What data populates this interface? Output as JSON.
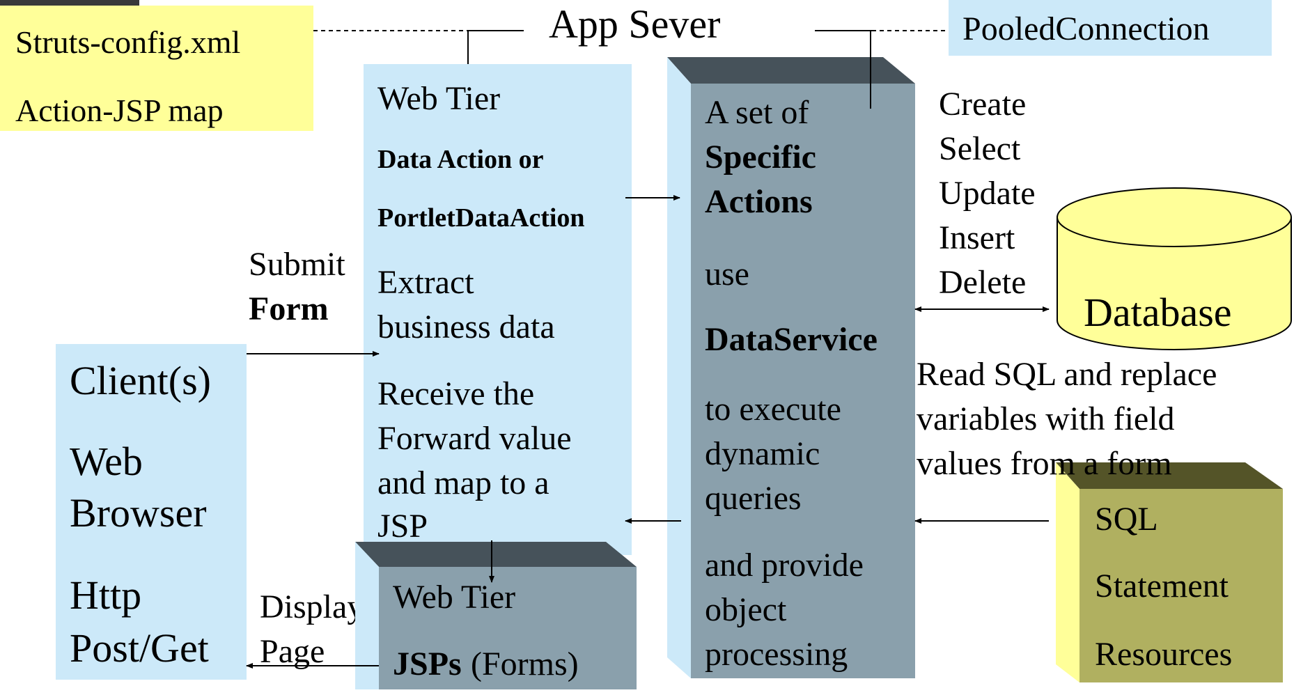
{
  "colors": {
    "yellow_note": "#ffff99",
    "light_blue": "#cce9f9",
    "steel_front": "#8aa0ac",
    "steel_top": "#46525a",
    "olive_front": "#b0b060",
    "olive_top": "#545428",
    "cylinder": "#ffff99"
  },
  "config_note": {
    "line1": "Struts-config.xml",
    "line2": "Action-JSP map"
  },
  "app_server_label": "App Sever",
  "pooled_connection_label": "PooledConnection",
  "web_tier": {
    "title": "Web Tier",
    "action_line1": "Data Action or",
    "action_line2": "PortletDataAction",
    "extract_line1": "Extract",
    "extract_line2": "business data",
    "receive_line1": "Receive the",
    "receive_line2": "Forward value",
    "receive_line3": "and map to a",
    "receive_line4": "JSP"
  },
  "actions_box": {
    "line1": "A set of",
    "line2": "Specific",
    "line3": "Actions",
    "line4": "use",
    "line5": "DataService",
    "line6": "to execute",
    "line7": "dynamic",
    "line8": "queries",
    "line9": "and provide",
    "line10": "object",
    "line11": "processing"
  },
  "operations": [
    "Create",
    "Select",
    "Update",
    "Insert",
    "Delete"
  ],
  "database_label": "Database",
  "read_sql_note": {
    "line1": "Read SQL and replace",
    "line2": "variables with field",
    "line3": "values from a form"
  },
  "sql_box": {
    "line1": "SQL",
    "line2": "Statement",
    "line3": "Resources"
  },
  "submit_form": {
    "line1": "Submit",
    "line2": "Form"
  },
  "client": {
    "line1": "Client(s)",
    "line2": "Web",
    "line3": "Browser",
    "line4": "Http",
    "line5": "Post/Get"
  },
  "display_page": {
    "line1": "Display",
    "line2": "Page"
  },
  "jsp_box": {
    "line1": "Web Tier",
    "line2_bold": "JSPs",
    "line2_rest": " (Forms)"
  }
}
